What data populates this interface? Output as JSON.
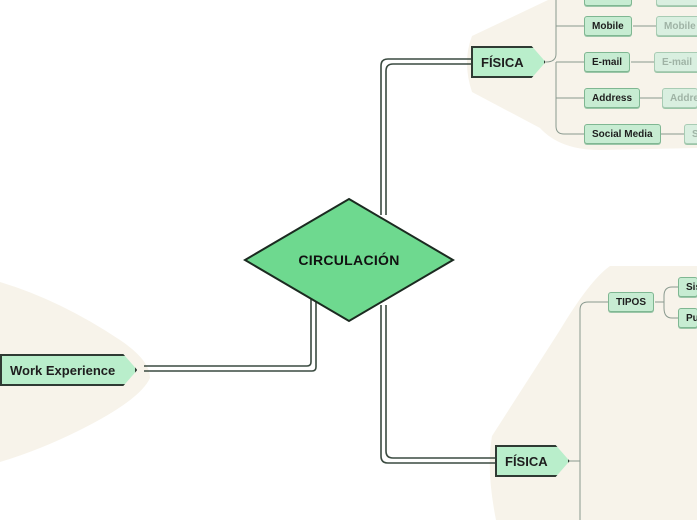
{
  "colors": {
    "background": "#ffffff",
    "region_fill": "#f7f3ea",
    "node_fill": "#b9eecb",
    "center_fill": "#6ed98f",
    "connector": "#3a4a40"
  },
  "center": {
    "label": "CIRCULACIÓN",
    "shape": "diamond"
  },
  "left_branch": {
    "label": "Work Experience"
  },
  "top_branch": {
    "label": "FÍSICA",
    "items": [
      {
        "label": "Mobile",
        "value": "Mobile"
      },
      {
        "label": "E-mail",
        "value": "E-mail"
      },
      {
        "label": "Address",
        "value": "Addre"
      },
      {
        "label": "Social Media",
        "value": "S"
      }
    ]
  },
  "bottom_branch": {
    "label": "FÍSICA",
    "items": [
      {
        "label": "TIPOS",
        "children": [
          "Sis",
          "Pu"
        ]
      }
    ]
  }
}
